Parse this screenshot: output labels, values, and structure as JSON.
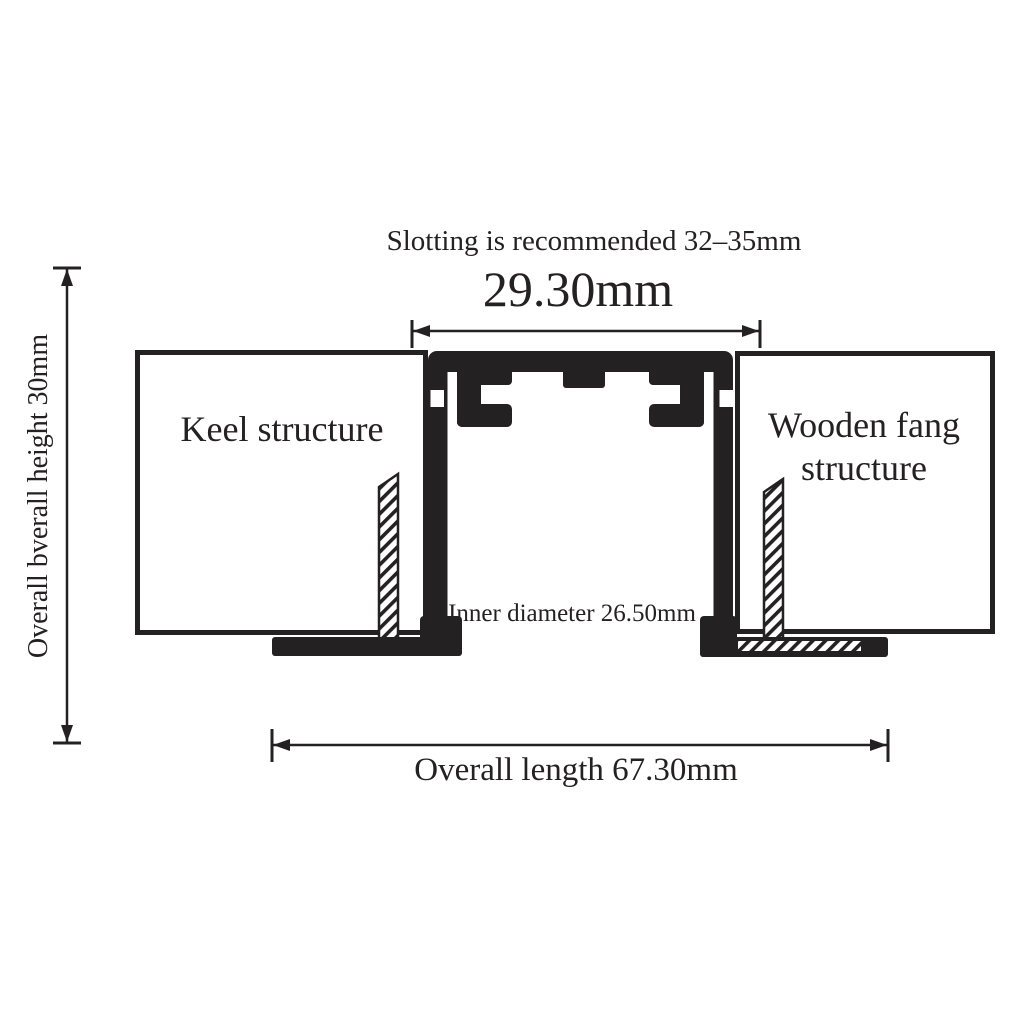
{
  "diagram": {
    "top_note": "Slotting is recommended 32–35mm",
    "width_dimension": "29.30mm",
    "left_box_label": "Keel structure",
    "right_box_label": "Wooden fang structure",
    "inner_diameter_label": "Inner diameter 26.50mm",
    "overall_length_label": "Overall length 67.30mm",
    "overall_height_label": "Overall bverall height 30mm"
  },
  "colors": {
    "ink": "#242122",
    "background": "#ffffff"
  }
}
